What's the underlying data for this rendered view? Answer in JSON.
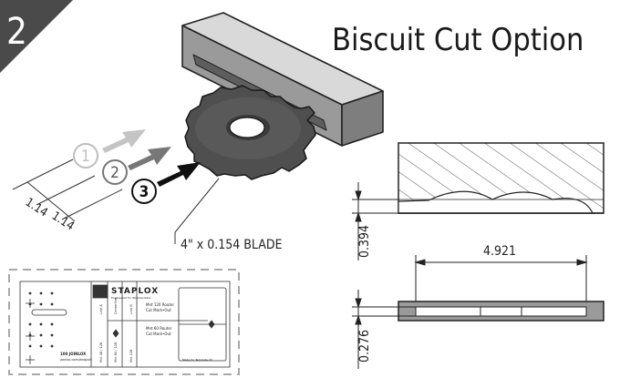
{
  "step_number": "2",
  "title": "Biscuit Cut Option",
  "step_labels": [
    "1",
    "2",
    "3"
  ],
  "offset_label_a": "1.14",
  "offset_label_b": "1.14",
  "blade_label": "4\" x 0.154 BLADE",
  "dim_depth": "0.394",
  "dim_length": "4.921",
  "dim_width": "0.276",
  "template": {
    "brand": "STAPLOX",
    "tagline": "Engineered for Woodworkers",
    "router_120": "Mnt 120 Router",
    "router_60": "Mnt 60 Router",
    "cut_mark": "Cut Mark•Out",
    "line_a": "Line A",
    "line_b": "Line B",
    "centerline": "Centerline",
    "mnt_left": "Mnt 48 / 128",
    "mnt_mid": "Mnt 60 / 128",
    "mnt_right": "Mnt 128",
    "product": "100 JOINLOX",
    "website": "joinlox.com/dowjoin",
    "made": "Made for Template V3"
  }
}
